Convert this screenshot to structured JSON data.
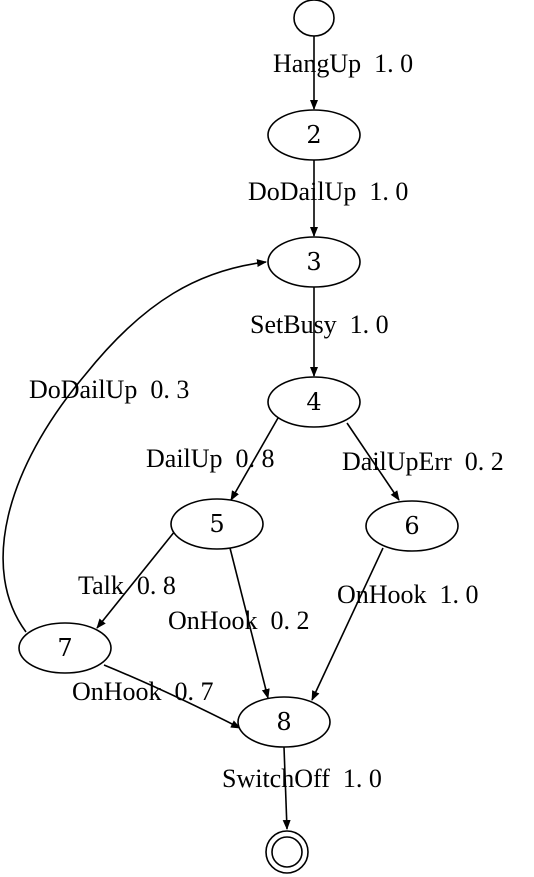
{
  "nodes": [
    {
      "id": "start",
      "label": "",
      "kind": "initial"
    },
    {
      "id": "2",
      "label": "2",
      "kind": "state"
    },
    {
      "id": "3",
      "label": "3",
      "kind": "state"
    },
    {
      "id": "4",
      "label": "4",
      "kind": "state"
    },
    {
      "id": "5",
      "label": "5",
      "kind": "state"
    },
    {
      "id": "6",
      "label": "6",
      "kind": "state"
    },
    {
      "id": "7",
      "label": "7",
      "kind": "state"
    },
    {
      "id": "8",
      "label": "8",
      "kind": "state"
    },
    {
      "id": "end",
      "label": "",
      "kind": "final"
    }
  ],
  "edges": [
    {
      "id": "start-2",
      "from": "start",
      "to": "2",
      "label": "HangUp  1. 0"
    },
    {
      "id": "2-3",
      "from": "2",
      "to": "3",
      "label": "DoDailUp  1. 0"
    },
    {
      "id": "3-4",
      "from": "3",
      "to": "4",
      "label": "SetBusy  1. 0"
    },
    {
      "id": "4-5",
      "from": "4",
      "to": "5",
      "label": "DailUp  0. 8"
    },
    {
      "id": "4-6",
      "from": "4",
      "to": "6",
      "label": "DailUpErr  0. 2"
    },
    {
      "id": "5-7",
      "from": "5",
      "to": "7",
      "label": "Talk  0. 8"
    },
    {
      "id": "5-8",
      "from": "5",
      "to": "8",
      "label": "OnHook  0. 2"
    },
    {
      "id": "6-8",
      "from": "6",
      "to": "8",
      "label": "OnHook  1. 0"
    },
    {
      "id": "7-8",
      "from": "7",
      "to": "8",
      "label": "OnHook  0. 7"
    },
    {
      "id": "7-3",
      "from": "7",
      "to": "3",
      "label": "DoDailUp  0. 3"
    },
    {
      "id": "8-end",
      "from": "8",
      "to": "end",
      "label": "SwitchOff  1. 0"
    }
  ]
}
